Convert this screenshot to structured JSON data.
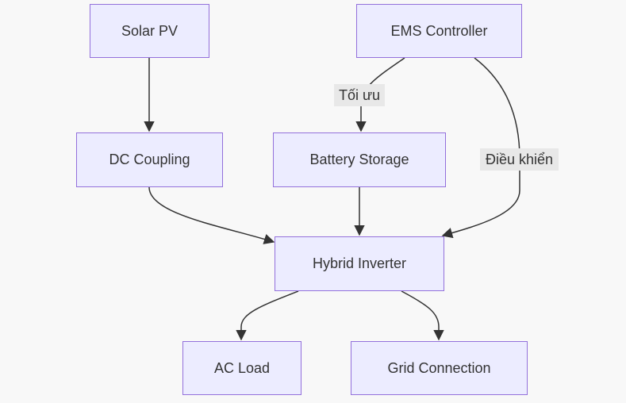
{
  "diagram": {
    "nodes": {
      "solar_pv": "Solar PV",
      "ems_controller": "EMS Controller",
      "dc_coupling": "DC Coupling",
      "battery_storage": "Battery Storage",
      "hybrid_inverter": "Hybrid Inverter",
      "ac_load": "AC Load",
      "grid_connection": "Grid Connection"
    },
    "edge_labels": {
      "optimize": "Tối ưu",
      "control": "Điều khiển"
    },
    "edges": [
      {
        "from": "Solar PV",
        "to": "DC Coupling"
      },
      {
        "from": "EMS Controller",
        "to": "Battery Storage",
        "label": "Tối ưu"
      },
      {
        "from": "EMS Controller",
        "to": "Hybrid Inverter",
        "label": "Điều khiển"
      },
      {
        "from": "DC Coupling",
        "to": "Hybrid Inverter"
      },
      {
        "from": "Battery Storage",
        "to": "Hybrid Inverter"
      },
      {
        "from": "Hybrid Inverter",
        "to": "AC Load"
      },
      {
        "from": "Hybrid Inverter",
        "to": "Grid Connection"
      }
    ],
    "colors": {
      "background": "#f8f8f8",
      "node_fill": "#ececff",
      "node_border": "#9370db",
      "edge": "#333333",
      "label_bg": "#e8e8e8",
      "text": "#333333"
    }
  }
}
